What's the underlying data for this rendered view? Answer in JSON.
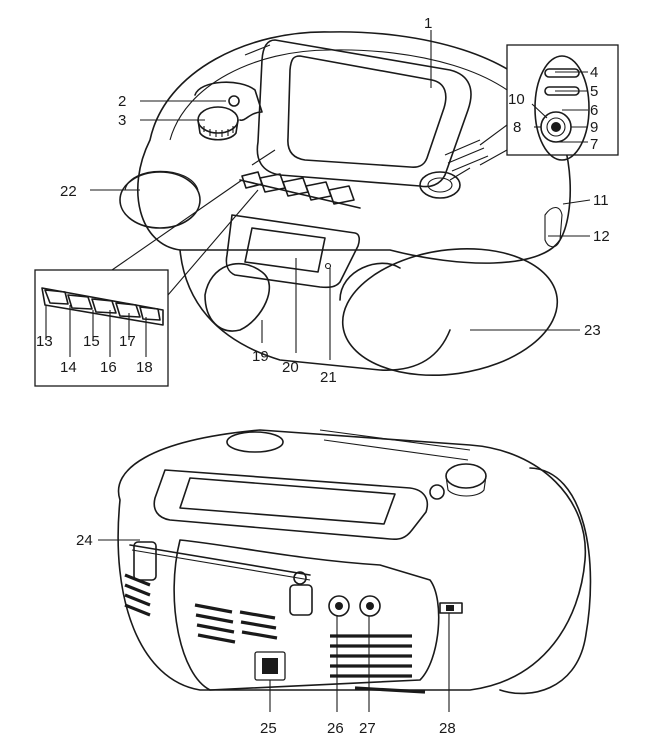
{
  "diagram": {
    "callouts": [
      {
        "id": "1",
        "text": "1"
      },
      {
        "id": "2",
        "text": "2"
      },
      {
        "id": "3",
        "text": "3"
      },
      {
        "id": "4",
        "text": "4"
      },
      {
        "id": "5",
        "text": "5"
      },
      {
        "id": "6",
        "text": "6"
      },
      {
        "id": "7",
        "text": "7"
      },
      {
        "id": "8",
        "text": "8"
      },
      {
        "id": "9",
        "text": "9"
      },
      {
        "id": "10",
        "text": "10"
      },
      {
        "id": "11",
        "text": "11"
      },
      {
        "id": "12",
        "text": "12"
      },
      {
        "id": "13",
        "text": "13"
      },
      {
        "id": "14",
        "text": "14"
      },
      {
        "id": "15",
        "text": "15"
      },
      {
        "id": "16",
        "text": "16"
      },
      {
        "id": "17",
        "text": "17"
      },
      {
        "id": "18",
        "text": "18"
      },
      {
        "id": "19",
        "text": "19"
      },
      {
        "id": "20",
        "text": "20"
      },
      {
        "id": "21",
        "text": "21"
      },
      {
        "id": "22",
        "text": "22"
      },
      {
        "id": "23",
        "text": "23"
      },
      {
        "id": "24",
        "text": "24"
      },
      {
        "id": "25",
        "text": "25"
      },
      {
        "id": "26",
        "text": "26"
      },
      {
        "id": "27",
        "text": "27"
      },
      {
        "id": "28",
        "text": "28"
      }
    ]
  }
}
